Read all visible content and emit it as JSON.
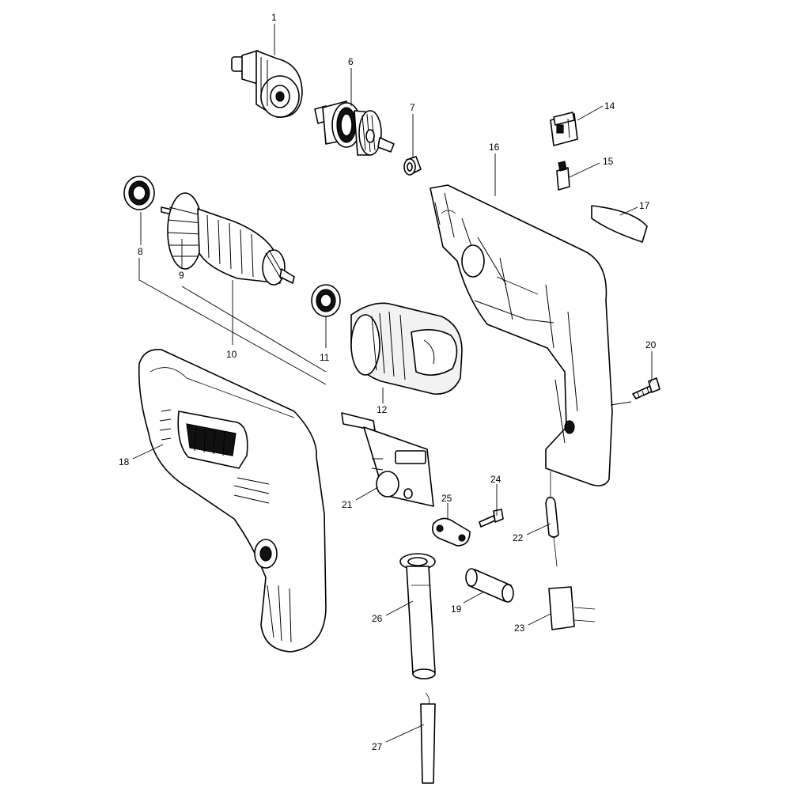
{
  "callouts": {
    "c1": "1",
    "c6": "6",
    "c7": "7",
    "c8": "8",
    "c9": "9",
    "c10": "10",
    "c11": "11",
    "c12": "12",
    "c14": "14",
    "c15": "15",
    "c16": "16",
    "c17": "17",
    "c18": "18",
    "c19": "19",
    "c20": "20",
    "c21": "21",
    "c22": "22",
    "c23": "23",
    "c24": "24",
    "c25": "25",
    "c26": "26",
    "c27": "27"
  }
}
